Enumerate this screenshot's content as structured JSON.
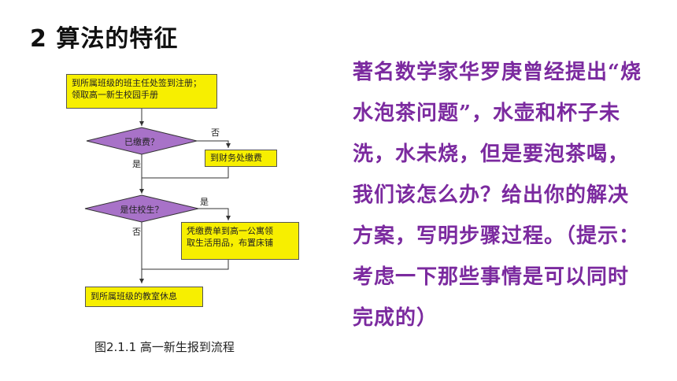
{
  "slide": {
    "title": "2 算法的特征",
    "caption": "图2.1.1 高一新生报到流程",
    "paragraph": "著名数学家华罗庚曾经提出“烧水泡茶问题”，水壶和杯子未洗，水未烧，但是要泡茶喝，我们该怎么办？给出你的解决方案，写明步骤过程。（提示：考虑一下那些事情是可以同时完成的）"
  },
  "flowchart": {
    "step1_line1": "到所属班级的班主任处签到注册；",
    "step1_line2": "领取高一新生校园手册",
    "decision1": "已缴费？",
    "decision1_no": "否",
    "decision1_yes": "是",
    "step2": "到财务处缴费",
    "decision2": "是住校生？",
    "decision2_yes": "是",
    "decision2_no": "否",
    "step3_line1": "凭缴费单到高一公寓领",
    "step3_line2": "取生活用品，布置床铺",
    "step4": "到所属班级的教室休息"
  },
  "colors": {
    "box_fill": "#f7ef00",
    "diamond_fill": "#a872c8",
    "text_purple": "#7b2a9f"
  }
}
